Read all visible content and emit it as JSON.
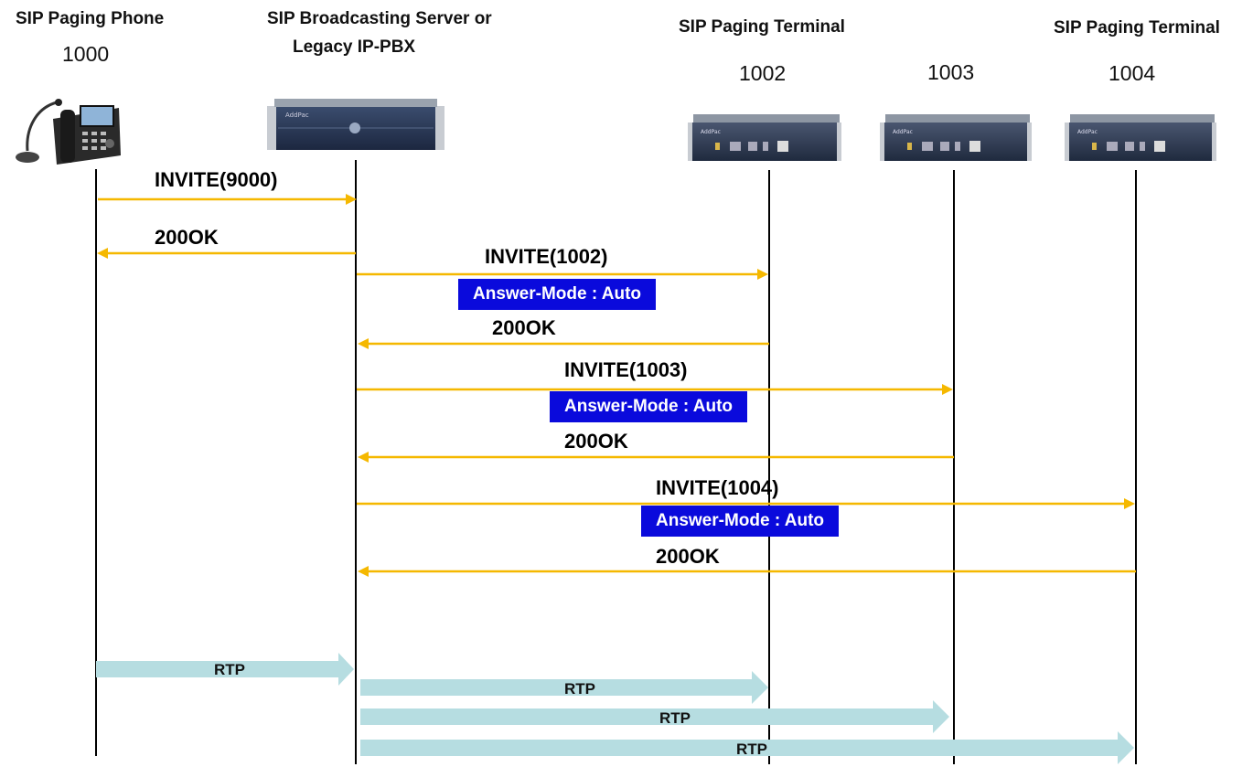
{
  "entities": {
    "phone": {
      "title": "SIP Paging Phone",
      "number": "1000"
    },
    "server": {
      "title_line1": "SIP Broadcasting Server or",
      "title_line2": "Legacy IP-PBX"
    },
    "terminal_1002": {
      "title": "SIP Paging Terminal",
      "number": "1002"
    },
    "terminal_1003": {
      "number": "1003"
    },
    "terminal_1004": {
      "title": "SIP Paging Terminal",
      "number": "1004"
    }
  },
  "messages": [
    {
      "label": "INVITE(9000)",
      "from": "phone",
      "to": "server"
    },
    {
      "label": "200OK",
      "from": "server",
      "to": "phone"
    },
    {
      "label": "INVITE(1002)",
      "from": "server",
      "to": "terminal_1002",
      "header": "Answer-Mode : Auto"
    },
    {
      "label": "200OK",
      "from": "terminal_1002",
      "to": "server"
    },
    {
      "label": "INVITE(1003)",
      "from": "server",
      "to": "terminal_1003",
      "header": "Answer-Mode : Auto"
    },
    {
      "label": "200OK",
      "from": "terminal_1003",
      "to": "server"
    },
    {
      "label": "INVITE(1004)",
      "from": "server",
      "to": "terminal_1004",
      "header": "Answer-Mode : Auto"
    },
    {
      "label": "200OK",
      "from": "terminal_1004",
      "to": "server"
    }
  ],
  "media": [
    {
      "label": "RTP",
      "from": "phone",
      "to": "server"
    },
    {
      "label": "RTP",
      "from": "server",
      "to": "terminal_1002"
    },
    {
      "label": "RTP",
      "from": "server",
      "to": "terminal_1003"
    },
    {
      "label": "RTP",
      "from": "server",
      "to": "terminal_1004"
    }
  ],
  "colors": {
    "message_arrow": "#f5b800",
    "lifeline": "#000000",
    "rtp_arrow": "#b6dde1",
    "answer_mode_box": "#0a0adc",
    "device_body": "#2b3a55"
  }
}
